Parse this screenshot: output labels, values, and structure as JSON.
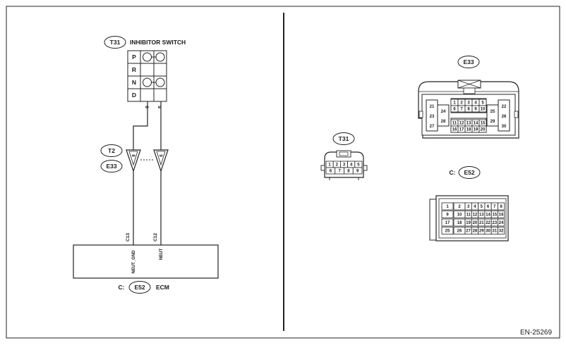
{
  "left": {
    "switch_tag": "T31",
    "switch_title": "INHIBITOR SWITCH",
    "positions": [
      "P",
      "R",
      "N",
      "D"
    ],
    "switch_pins": [
      "6",
      "9"
    ],
    "connector_tags": [
      "T2",
      "E33"
    ],
    "connector_pins": [
      "8",
      "9"
    ],
    "ecm_pins": [
      "C13",
      "C12"
    ],
    "ecm_signals": [
      "NEUT_GND",
      "NEUT"
    ],
    "ecm_prefix": "C:",
    "ecm_tag": "E52",
    "ecm_label": "ECM"
  },
  "right": {
    "e33_tag": "E33",
    "e33_pins": {
      "left_col": [
        "21",
        "23",
        "27"
      ],
      "left_inner": [
        "24",
        "28"
      ],
      "top_row1": [
        "1",
        "2",
        "3",
        "4",
        "5"
      ],
      "top_row2": [
        "6",
        "7",
        "8",
        "9",
        "10"
      ],
      "bot_row1": [
        "11",
        "12",
        "13",
        "14",
        "15"
      ],
      "bot_row2": [
        "16",
        "17",
        "18",
        "19",
        "20"
      ],
      "right_inner": [
        "25",
        "29"
      ],
      "right_col": [
        "22",
        "26",
        "30"
      ]
    },
    "t31_tag": "T31",
    "t31_pins": {
      "row1": [
        "1",
        "2",
        "3",
        "4",
        "5"
      ],
      "row2": [
        "6",
        "7",
        "8",
        "9"
      ]
    },
    "e52_prefix": "C:",
    "e52_tag": "E52",
    "e52_pins": [
      [
        "1",
        "2",
        "3",
        "4",
        "5",
        "6",
        "7",
        "8"
      ],
      [
        "9",
        "10",
        "11",
        "12",
        "13",
        "14",
        "15",
        "16"
      ],
      [
        "17",
        "18",
        "19",
        "20",
        "21",
        "22",
        "23",
        "24"
      ],
      [
        "25",
        "26",
        "27",
        "28",
        "29",
        "30",
        "31",
        "32"
      ]
    ]
  },
  "figure_id": "EN-25269"
}
